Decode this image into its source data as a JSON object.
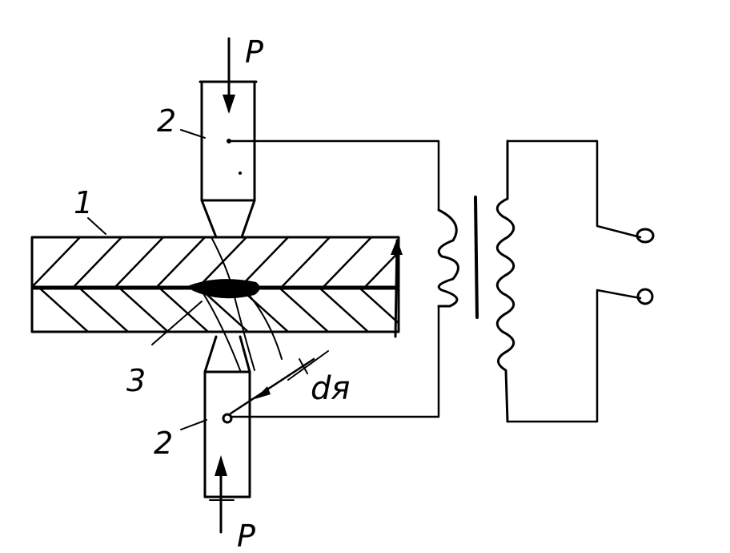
{
  "labels": {
    "force_top": "P",
    "force_bottom": "P",
    "electrode_top": "2",
    "electrode_bottom": "2",
    "workpiece": "1",
    "weld_nugget": "3",
    "nugget_diameter": "dя"
  },
  "colors": {
    "ink": "#000000",
    "background": "#ffffff"
  }
}
